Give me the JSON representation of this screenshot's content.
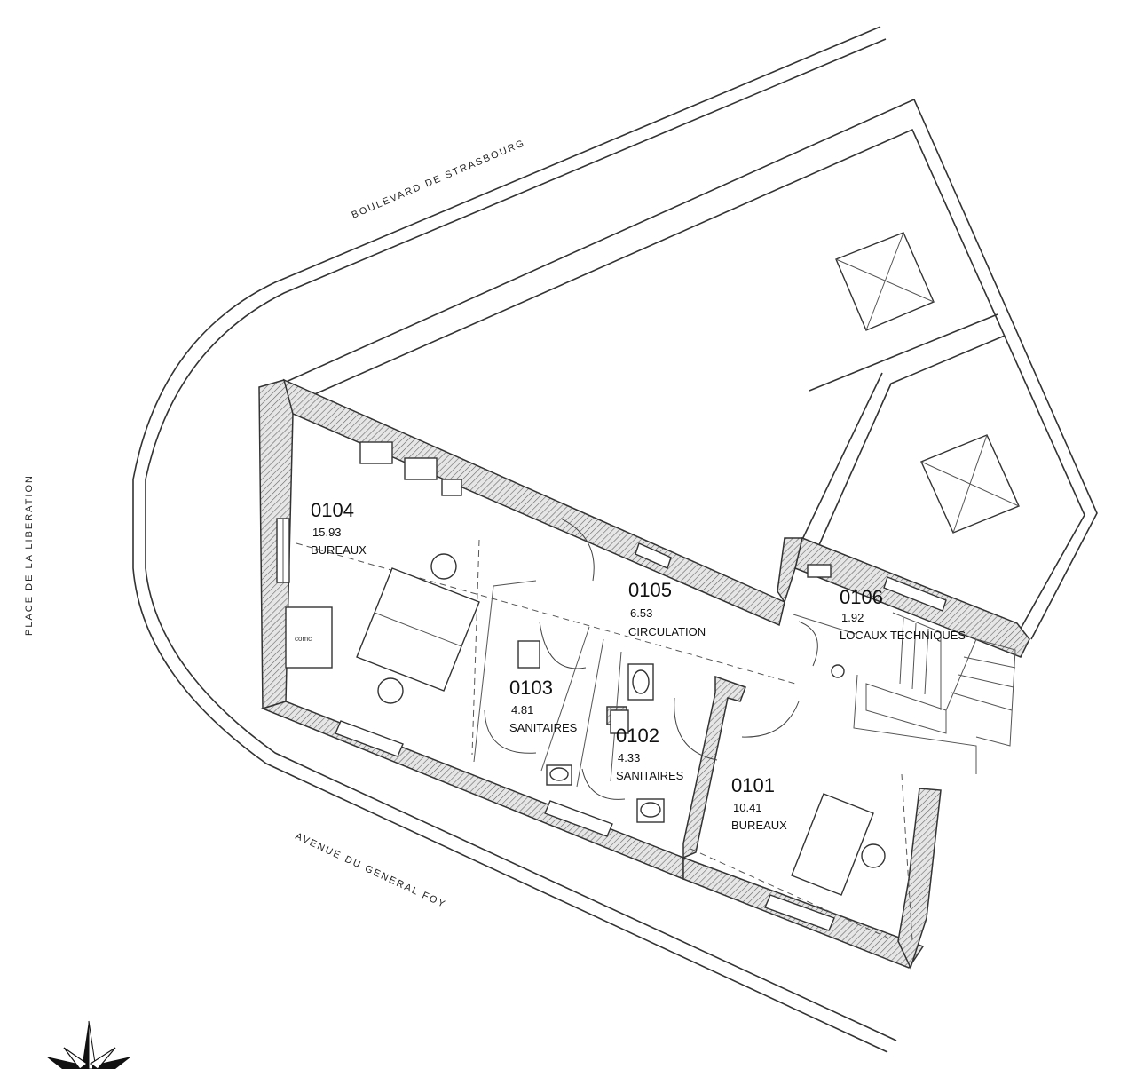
{
  "streets": {
    "top": "BOULEVARD DE STRASBOURG",
    "left": "PLACE DE LA LIBERATION",
    "bottom": "AVENUE DU GENERAL FOY"
  },
  "rooms": [
    {
      "id": "0104",
      "area": "15.93",
      "label": "BUREAUX"
    },
    {
      "id": "0105",
      "area": "6.53",
      "label": "CIRCULATION"
    },
    {
      "id": "0106",
      "area": "1.92",
      "label": "LOCAUX TECHNIQUES"
    },
    {
      "id": "0103",
      "area": "4.81",
      "label": "SANITAIRES"
    },
    {
      "id": "0102",
      "area": "4.33",
      "label": "SANITAIRES"
    },
    {
      "id": "0101",
      "area": "10.41",
      "label": "BUREAUX"
    }
  ],
  "furniture": {
    "cabinet_label": "comc"
  },
  "icons": [
    "compass-rose-icon",
    "skylight-icon"
  ]
}
